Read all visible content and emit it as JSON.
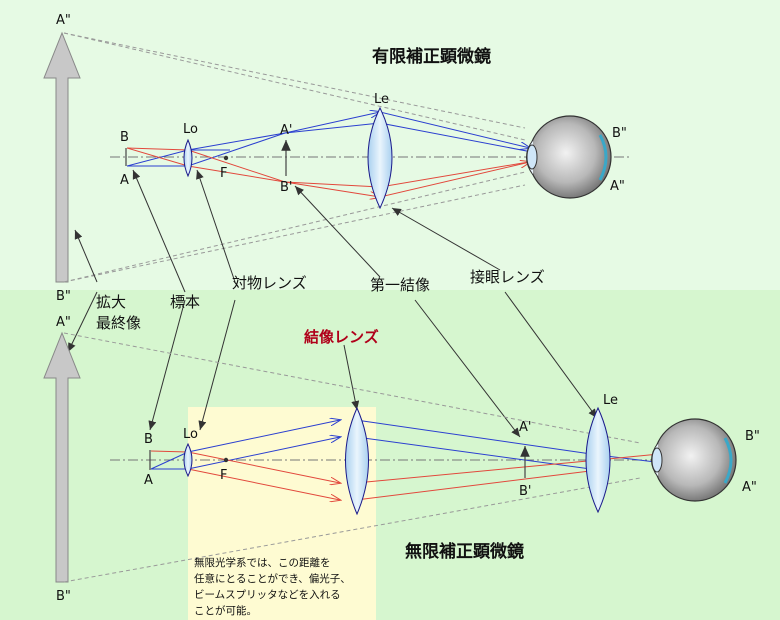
{
  "titles": {
    "finite": "有限補正顕微鏡",
    "infinite": "無限補正顕微鏡"
  },
  "labels": {
    "point_a_top": "A",
    "point_b_top": "B",
    "objective_top": "Lo",
    "focus_top": "F",
    "image_a_top": "A'",
    "image_b_top": "B'",
    "eyepiece_top": "Le",
    "final_a_right_top": "A\"",
    "final_b_right_top": "B\"",
    "virtual_a_top": "A\"",
    "virtual_b_top": "B\"",
    "point_a_bottom": "A",
    "point_b_bottom": "B",
    "objective_bottom": "Lo",
    "focus_bottom": "F",
    "image_a_bottom": "A'",
    "image_b_bottom": "B'",
    "eyepiece_bottom": "Le",
    "final_a_right_bottom": "A\"",
    "final_b_right_bottom": "B\"",
    "virtual_a_bottom": "A\"",
    "virtual_b_bottom": "B\""
  },
  "callouts": {
    "magnified_line1": "拡大",
    "magnified_line2": "最終像",
    "specimen": "標本",
    "objective_lens": "対物レンズ",
    "first_image": "第一結像",
    "eyepiece_lens": "接眼レンズ",
    "tube_lens": "結像レンズ"
  },
  "note": [
    "無限光学系では、この距離を",
    "任意にとることができ、偏光子、",
    "ビームスプリッタなどを入れる",
    "ことが可能。"
  ],
  "colors": {
    "top_bg": "#e6fae4",
    "bottom_bg": "#d6f6cf",
    "note_bg": "#fefbd2",
    "blue_ray": "#2b3fd0",
    "red_ray": "#e2483c",
    "lens_fill": "#cfe6f8",
    "arrow_gray": "#c8c8c8",
    "tube_label_red": "#b0001a"
  }
}
